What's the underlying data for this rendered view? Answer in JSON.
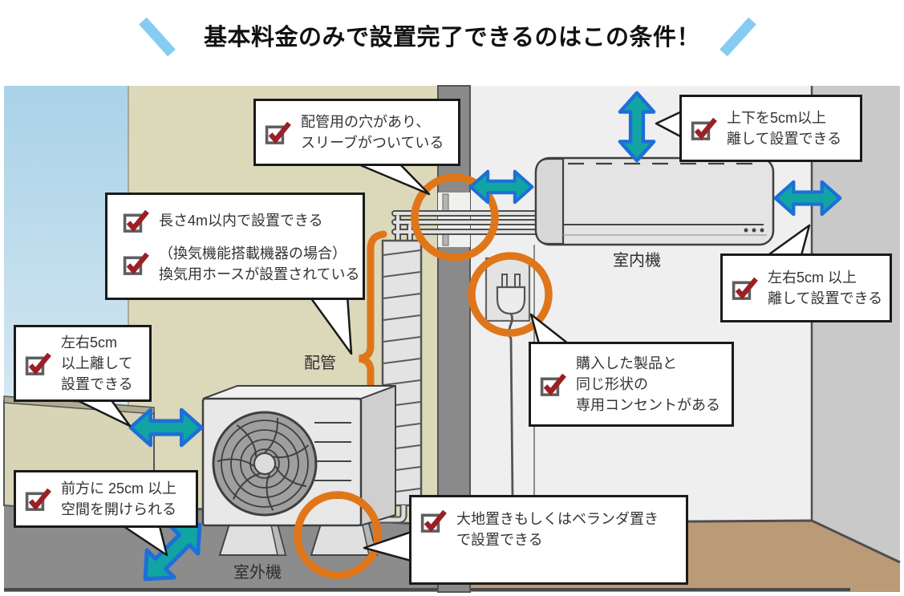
{
  "title": {
    "text": "基本料金のみで設置完了できるのはこの条件！"
  },
  "labels": {
    "indoor_unit": "室内機",
    "piping": "配管",
    "outdoor_unit": "室外機"
  },
  "callouts": {
    "sleeve": {
      "lines": [
        "配管用の穴があり、",
        "スリーブがついている"
      ]
    },
    "top_clearance": {
      "lines": [
        "上下を5cm以上",
        "離して設置できる"
      ]
    },
    "right_clearance": {
      "lines": [
        "左右5cm 以上",
        "離して設置できる"
      ]
    },
    "pipe_length": {
      "items": [
        {
          "lines": [
            "長さ4m以内で設置できる"
          ]
        },
        {
          "lines": [
            "（換気機能搭載機器の場合）",
            "換気用ホースが設置されている"
          ]
        }
      ]
    },
    "left_clearance": {
      "lines": [
        "左右5cm",
        "以上離して",
        "設置できる"
      ]
    },
    "front_clearance": {
      "lines": [
        "前方に 25cm 以上",
        "空間を開けられる"
      ]
    },
    "outlet": {
      "lines": [
        "購入した製品と",
        "同じ形状の",
        "専用コンセントがある"
      ]
    },
    "ground_placement": {
      "lines": [
        "大地置きもしくはベランダ置き",
        "で設置できる"
      ]
    }
  },
  "colors": {
    "accent_orange": "#e0761a",
    "arrow_fill": "#12a3a3",
    "arrow_stroke": "#1c6fd8",
    "check_red": "#9b2026",
    "checkbox_gray": "#5f5f5f",
    "title_slash_blue": "#85cbf2",
    "sky_blue": "#a9d2e8",
    "wall_beige": "#dcd8ba",
    "ground_gray": "#8c8c8c",
    "interior_wall": "#efeff0",
    "right_wall": "#c9c9c9",
    "floor_tan": "#bb9a78",
    "pillar_gray": "#8a8a8a"
  }
}
